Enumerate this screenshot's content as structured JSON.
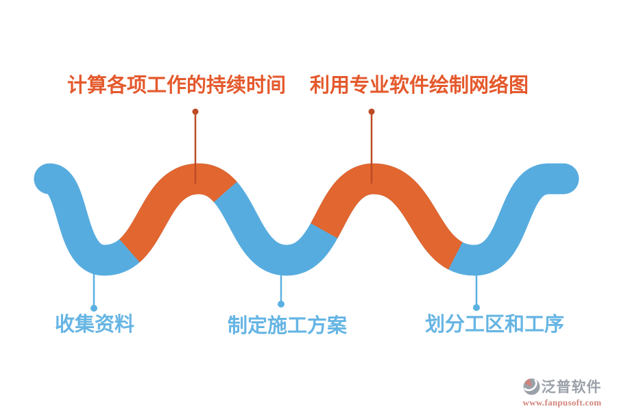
{
  "page": {
    "background": "#ffffff",
    "type": "process-flow-infographic"
  },
  "palette": {
    "wave_blue": "#57ACDF",
    "wave_orange": "#E2662F",
    "top_label_color": "#E4592C",
    "top_stem_color": "#BD4B27",
    "bottom_label_color": "#66B5E3",
    "bottom_stem_color": "#5BB0E2",
    "brand_gray": "#9BA1A9",
    "brand_red": "#D2837B"
  },
  "steps": {
    "top": [
      {
        "label": "计算各项工作的持续时间"
      },
      {
        "label": "利用专业软件绘制网络图"
      }
    ],
    "bottom": [
      {
        "label": "收集资料"
      },
      {
        "label": "制定施工方案"
      },
      {
        "label": "划分工区和工序"
      }
    ]
  },
  "watermark": {
    "brand": "泛普软件",
    "url": "www.fanpusoft.com"
  }
}
